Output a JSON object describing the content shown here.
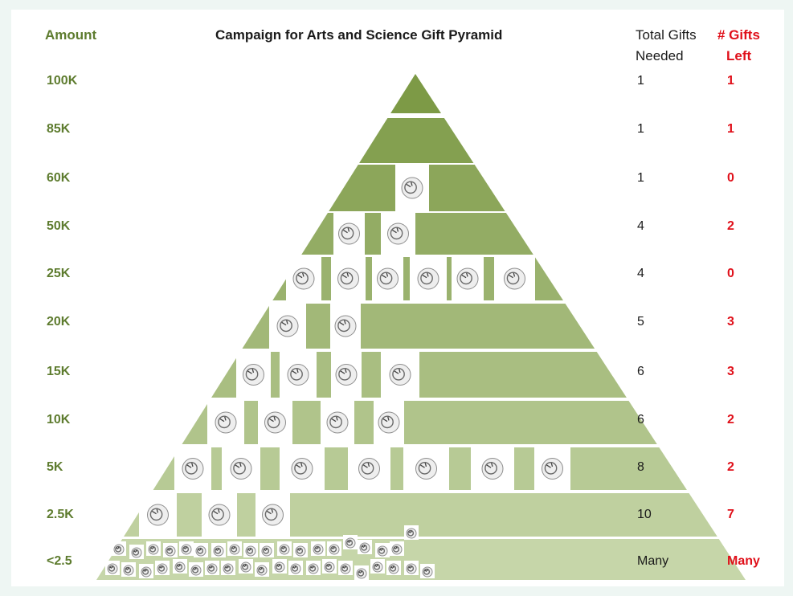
{
  "title": "Campaign for Arts and Science Gift Pyramid",
  "headers": {
    "amount": "Amount",
    "total_gifts_line1": "Total Gifts",
    "total_gifts_line2": "Needed",
    "gifts_left_line1": "# Gifts",
    "gifts_left_line2": "Left"
  },
  "rows": [
    {
      "amount": "100K",
      "needed": "1",
      "left": "1"
    },
    {
      "amount": "85K",
      "needed": "1",
      "left": "1"
    },
    {
      "amount": "60K",
      "needed": "1",
      "left": "0"
    },
    {
      "amount": "50K",
      "needed": "4",
      "left": "2"
    },
    {
      "amount": "25K",
      "needed": "4",
      "left": "0"
    },
    {
      "amount": "20K",
      "needed": "5",
      "left": "3"
    },
    {
      "amount": "15K",
      "needed": "6",
      "left": "3"
    },
    {
      "amount": "10K",
      "needed": "6",
      "left": "2"
    },
    {
      "amount": "5K",
      "needed": "8",
      "left": "2"
    },
    {
      "amount": "2.5K",
      "needed": "10",
      "left": "7"
    },
    {
      "amount": "<2.5",
      "needed": "Many",
      "left": "Many"
    }
  ],
  "colors": {
    "pyramid_top": "#7d9a46",
    "pyramid_bottom": "#c6d6a9",
    "amount_text": "#5e7c2f",
    "left_text": "#e0101a",
    "seal_tile": "#ffffff"
  },
  "icons": {
    "gift_marker": "seal-icon"
  }
}
